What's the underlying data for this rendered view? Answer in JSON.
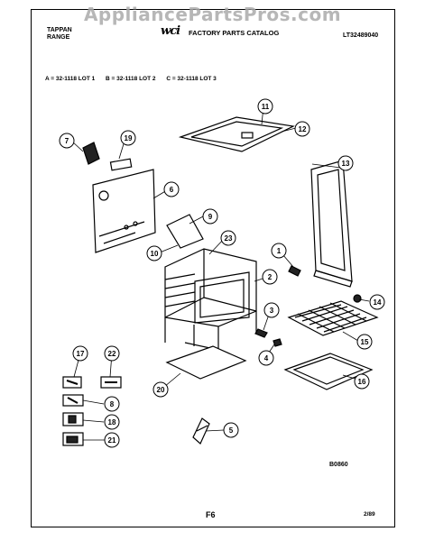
{
  "watermark": "AppliancePartsPros.com",
  "header": {
    "brand": "TAPPAN",
    "category": "RANGE",
    "logo": "wci",
    "catalog_title": "FACTORY PARTS CATALOG",
    "catalog_number": "LT32489040"
  },
  "lots": [
    "A = 32-1118 LOT 1",
    "B = 32-1118 LOT 2",
    "C = 32-1118 LOT 3"
  ],
  "callouts": [
    "1",
    "2",
    "3",
    "4",
    "5",
    "6",
    "7",
    "8",
    "9",
    "10",
    "11",
    "12",
    "13",
    "14",
    "15",
    "16",
    "17",
    "18",
    "19",
    "20",
    "21",
    "22",
    "23"
  ],
  "footer": {
    "drawing_code": "B0860",
    "page_label": "F6",
    "date": "2/89"
  }
}
